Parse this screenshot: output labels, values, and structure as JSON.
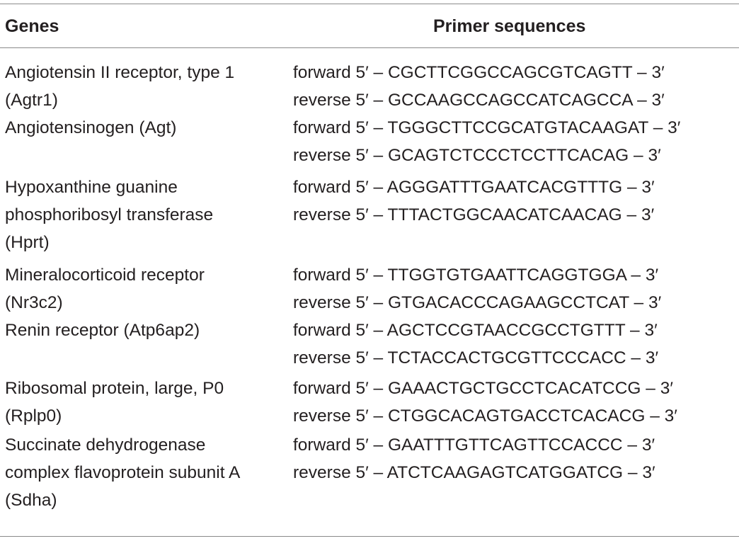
{
  "header": {
    "genes": "Genes",
    "primer_sequences": "Primer sequences"
  },
  "rows": [
    {
      "gene_lines": [
        "Angiotensin II receptor, type 1",
        "(Agtr1)"
      ],
      "forward": "forward 5′ – CGCTTCGGCCAGCGTCAGTT – 3′",
      "reverse": "reverse 5′ – GCCAAGCCAGCCATCAGCCA – 3′"
    },
    {
      "gene_lines": [
        "Angiotensinogen (Agt)"
      ],
      "forward": "forward 5′ – TGGGCTTCCGCATGTACAAGAT – 3′",
      "reverse": "reverse 5′ – GCAGTCTCCCTCCTTCACAG – 3′"
    },
    {
      "gene_lines": [
        "Hypoxanthine guanine",
        "phosphoribosyl transferase",
        "(Hprt)"
      ],
      "forward": "forward 5′ – AGGGATTTGAATCACGTTTG – 3′",
      "reverse": "reverse 5′ – TTTACTGGCAACATCAACAG – 3′"
    },
    {
      "gene_lines": [
        "Mineralocorticoid receptor",
        "(Nr3c2)"
      ],
      "forward": "forward 5′ – TTGGTGTGAATTCAGGTGGA – 3′",
      "reverse": "reverse 5′ – GTGACACCCAGAAGCCTCAT – 3′"
    },
    {
      "gene_lines": [
        "Renin receptor (Atp6ap2)"
      ],
      "forward": "forward 5′ – AGCTCCGTAACCGCCTGTTT – 3′",
      "reverse": "reverse 5′ – TCTACCACTGCGTTCCCACC – 3′"
    },
    {
      "gene_lines": [
        "Ribosomal protein, large, P0",
        "(Rplp0)"
      ],
      "forward": "forward 5′ – GAAACTGCTGCCTCACATCCG – 3′",
      "reverse": "reverse 5′ – CTGGCACAGTGACCTCACACG – 3′"
    },
    {
      "gene_lines": [
        "Succinate dehydrogenase",
        "complex flavoprotein subunit A",
        "(Sdha)"
      ],
      "forward": "forward 5′ – GAATTTGTTCAGTTCCACCC – 3′",
      "reverse": "reverse 5′ – ATCTCAAGAGTCATGGATCG – 3′"
    }
  ]
}
